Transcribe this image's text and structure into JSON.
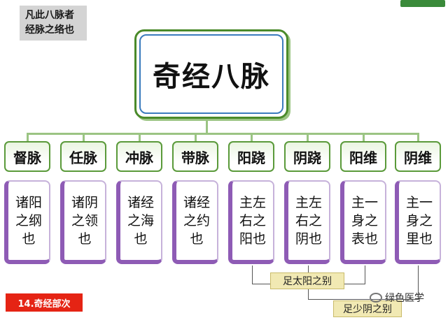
{
  "note": {
    "line1": "凡此八脉者",
    "line2": "经脉之络也"
  },
  "root": {
    "label": "奇经八脉"
  },
  "channels": [
    {
      "name": "督脉",
      "description": "诸阳之纲也"
    },
    {
      "name": "任脉",
      "description": "诸阴之领也"
    },
    {
      "name": "冲脉",
      "description": "诸经之海也"
    },
    {
      "name": "带脉",
      "description": "诸经之约也"
    },
    {
      "name": "阳跷",
      "description": "主左右之阳也"
    },
    {
      "name": "阴跷",
      "description": "主左右之阴也"
    },
    {
      "name": "阳维",
      "description": "主一身之表也"
    },
    {
      "name": "阴维",
      "description": "主一身之里也"
    }
  ],
  "brackets": {
    "upper": "足太阳之别",
    "lower": "足少阴之别"
  },
  "chapter_tag": "14.奇经部次",
  "watermark": "绿色医学",
  "colors": {
    "header_border": "#5a9a3a",
    "desc_border": "#8e5bb5",
    "connector": "#9bc483",
    "tag_red": "#e52414",
    "label_yellow": "#f1e9b3"
  }
}
